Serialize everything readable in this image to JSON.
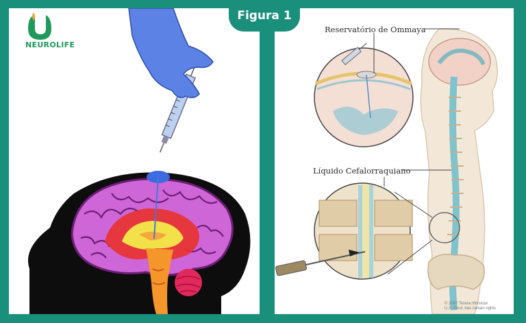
{
  "brand": {
    "name": "NEUROLIFE",
    "color": "#1a8f7c"
  },
  "figure_tab": {
    "label": "Figura 1"
  },
  "right_panel": {
    "label_top": "Reservatório de Ommaya",
    "label_middle": "Líquido Cefalorraquiano",
    "credit_line1": "© 2007 Terese Winslow",
    "credit_line2": "U.S. Govt. has certain rights"
  },
  "icons": [
    "neurolife-logo-icon",
    "syringe-icon",
    "glove-hand-icon",
    "brain-icon"
  ]
}
